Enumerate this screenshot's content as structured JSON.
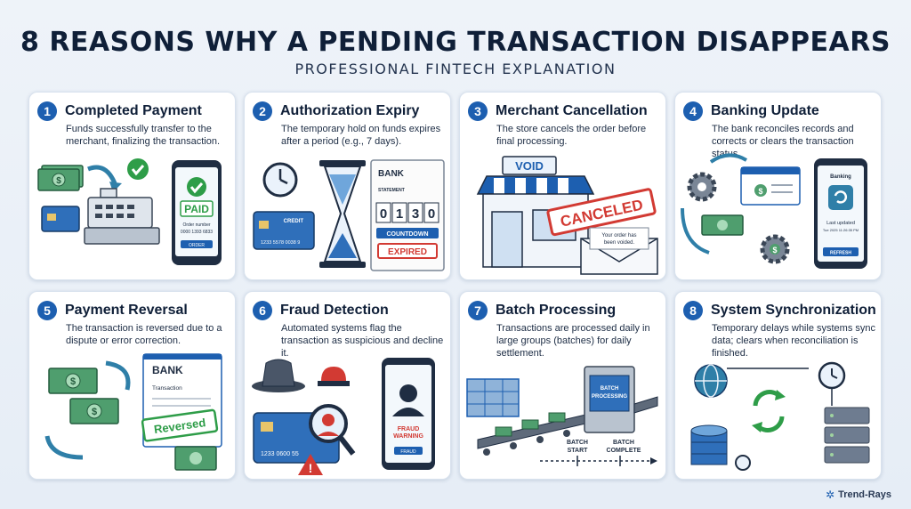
{
  "title": "8 REASONS WHY A PENDING TRANSACTION DISAPPEARS",
  "subtitle": "PROFESSIONAL FINTECH EXPLANATION",
  "cards": [
    {
      "num": "1",
      "title": "Completed Payment",
      "desc": "Funds successfully transfer to the merchant, finalizing the transaction.",
      "art": {
        "paid": "PAID",
        "order_number": "Order number",
        "order_digits": "0000 1393 6833",
        "order_btn": "ORDER"
      }
    },
    {
      "num": "2",
      "title": "Authorization Expiry",
      "desc": "The temporary hold on funds expires after a period (e.g., 7 days).",
      "art": {
        "bank": "BANK",
        "statement": "STATEMENT",
        "digits": [
          "0",
          "1",
          "3",
          "0"
        ],
        "countdown": "COUNTDOWN",
        "expired": "EXPIRED",
        "credit": "CREDIT",
        "card_number": "1233 5578 0038 9"
      }
    },
    {
      "num": "3",
      "title": "Merchant Cancellation",
      "desc": "The store cancels the order before final processing.",
      "art": {
        "void": "VOID",
        "canceled": "CANCELED",
        "note_line1": "Your order has",
        "note_line2": "been voided."
      }
    },
    {
      "num": "4",
      "title": "Banking Update",
      "desc": "The bank reconciles records and corrects or clears the transaction status.",
      "art": {
        "banking": "Banking",
        "last_updated": "Last updated",
        "timestamp": "Tue 2025 11:26:35 PM",
        "refresh": "REFRESH"
      }
    },
    {
      "num": "5",
      "title": "Payment Reversal",
      "desc": "The transaction is reversed due to a dispute or error correction.",
      "art": {
        "bank": "BANK",
        "transaction": "Transaction",
        "reversed": "Reversed"
      }
    },
    {
      "num": "6",
      "title": "Fraud Detection",
      "desc": "Automated systems flag the transaction as suspicious and decline it.",
      "art": {
        "fraud_line1": "FRAUD",
        "fraud_line2": "WARNING",
        "card_number": "1233 0600 55",
        "btn": "FRAUD"
      }
    },
    {
      "num": "7",
      "title": "Batch Processing",
      "desc": "Transactions are processed daily in large groups (batches) for daily settlement.",
      "art": {
        "machine_line1": "BATCH",
        "machine_line2": "PROCESSING",
        "batch_start_1": "BATCH",
        "batch_start_2": "START",
        "batch_complete_1": "BATCH",
        "batch_complete_2": "COMPLETE"
      }
    },
    {
      "num": "8",
      "title": "System Synchronization",
      "desc": "Temporary delays while systems sync data; clears when reconciliation is finished.",
      "art": {}
    }
  ],
  "brand": "Trend-Rays",
  "colors": {
    "accent": "#1d5fb0",
    "money": "#3f9a66",
    "danger": "#d23a33",
    "success": "#2e9d48"
  }
}
